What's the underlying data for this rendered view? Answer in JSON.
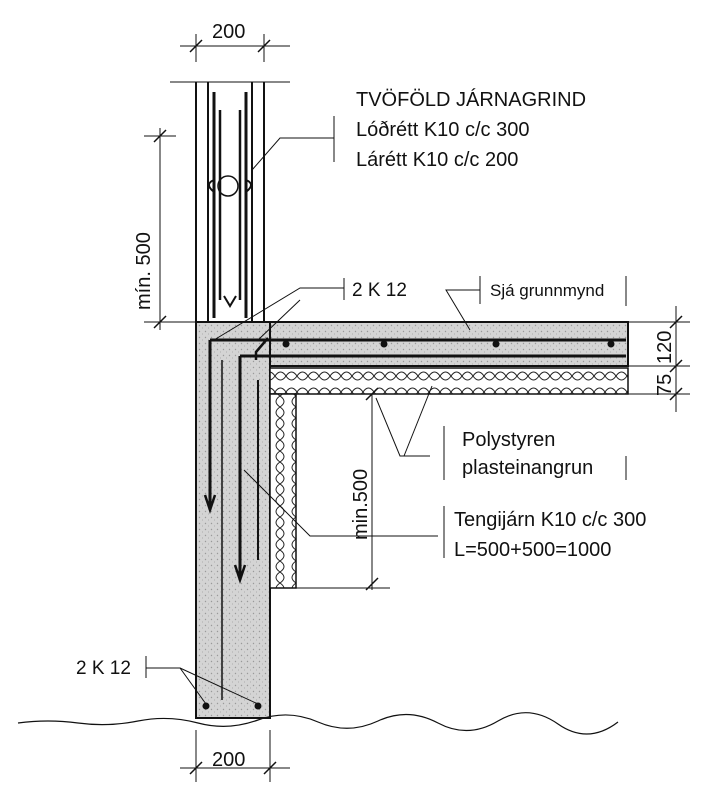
{
  "dims": {
    "wall_top": "200",
    "wall_bottom": "200",
    "min_500_left": "mín. 500",
    "min_500_inner": "min.500",
    "slab_thickness": "120",
    "insulation_thickness": "75"
  },
  "labels": {
    "grid_title": "TVÖFÖLD JÁRNAGRIND",
    "vertical_bars": "Lóðrétt K10 c/c 300",
    "horizontal_bars": "Lárétt K10 c/c 200",
    "top_bars": "2 K 12",
    "see_plan": "Sjá grunnmynd",
    "insulation_line1": "Polystyren",
    "insulation_line2": "plasteinangrun",
    "tie_bars": "Tengijárn K10 c/c 300",
    "tie_length": "L=500+500=1000",
    "bottom_bars": "2 K 12"
  },
  "colors": {
    "line": "#111111",
    "concrete_fill": "#cfcfcf",
    "insulation_fill": "#ffffff"
  }
}
